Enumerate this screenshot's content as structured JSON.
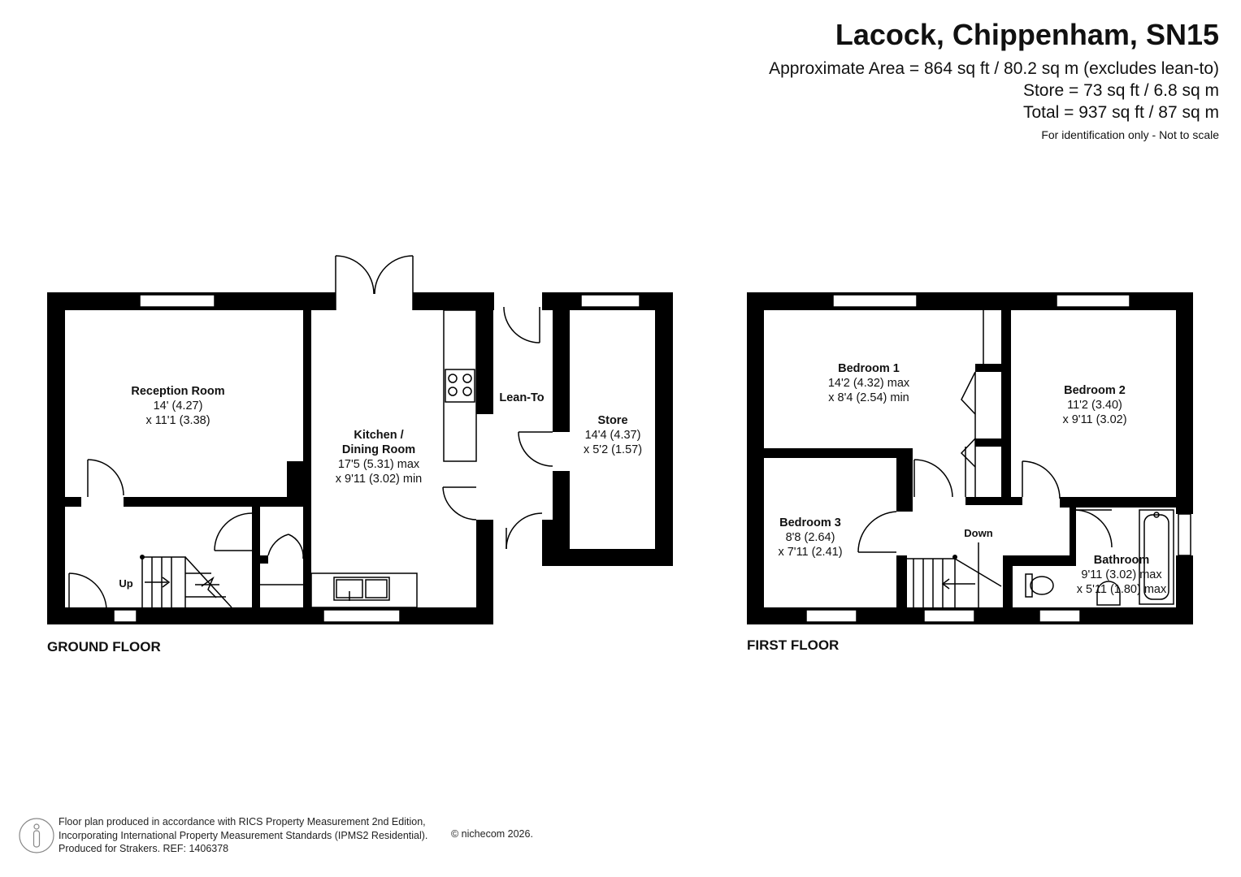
{
  "header": {
    "title": "Lacock, Chippenham, SN15",
    "approx_area": "Approximate Area = 864 sq ft / 80.2 sq m (excludes lean-to)",
    "store_area": "Store = 73 sq ft / 6.8 sq m",
    "total_area": "Total = 937 sq ft / 87 sq m",
    "disclaimer": "For identification only - Not to scale"
  },
  "ground_floor": {
    "label": "GROUND FLOOR",
    "reception": {
      "name": "Reception Room",
      "dim1": "14' (4.27)",
      "dim2": "x 11'1 (3.38)"
    },
    "kitchen": {
      "name1": "Kitchen /",
      "name2": "Dining Room",
      "dim1": "17'5 (5.31) max",
      "dim2": "x 9'11 (3.02) min"
    },
    "lean_to": {
      "name": "Lean-To"
    },
    "store": {
      "name": "Store",
      "dim1": "14'4 (4.37)",
      "dim2": "x 5'2 (1.57)"
    },
    "stairs": {
      "label": "Up"
    }
  },
  "first_floor": {
    "label": "FIRST FLOOR",
    "bedroom1": {
      "name": "Bedroom 1",
      "dim1": "14'2 (4.32) max",
      "dim2": "x 8'4 (2.54) min"
    },
    "bedroom2": {
      "name": "Bedroom 2",
      "dim1": "11'2 (3.40)",
      "dim2": "x 9'11 (3.02)"
    },
    "bedroom3": {
      "name": "Bedroom 3",
      "dim1": "8'8 (2.64)",
      "dim2": "x 7'11 (2.41)"
    },
    "bathroom": {
      "name": "Bathroom",
      "dim1": "9'11 (3.02) max",
      "dim2": "x 5'11 (1.80) max"
    },
    "stairs": {
      "label": "Down"
    }
  },
  "footer": {
    "line1": "Floor plan produced in accordance with RICS Property Measurement 2nd Edition,",
    "line2": "Incorporating International Property Measurement Standards (IPMS2 Residential).",
    "line3": "Produced for Strakers.   REF: 1406378",
    "copyright": "© nichecom 2026."
  },
  "colors": {
    "wall": "#000000",
    "window": "#ffffff",
    "text": "#111111"
  }
}
